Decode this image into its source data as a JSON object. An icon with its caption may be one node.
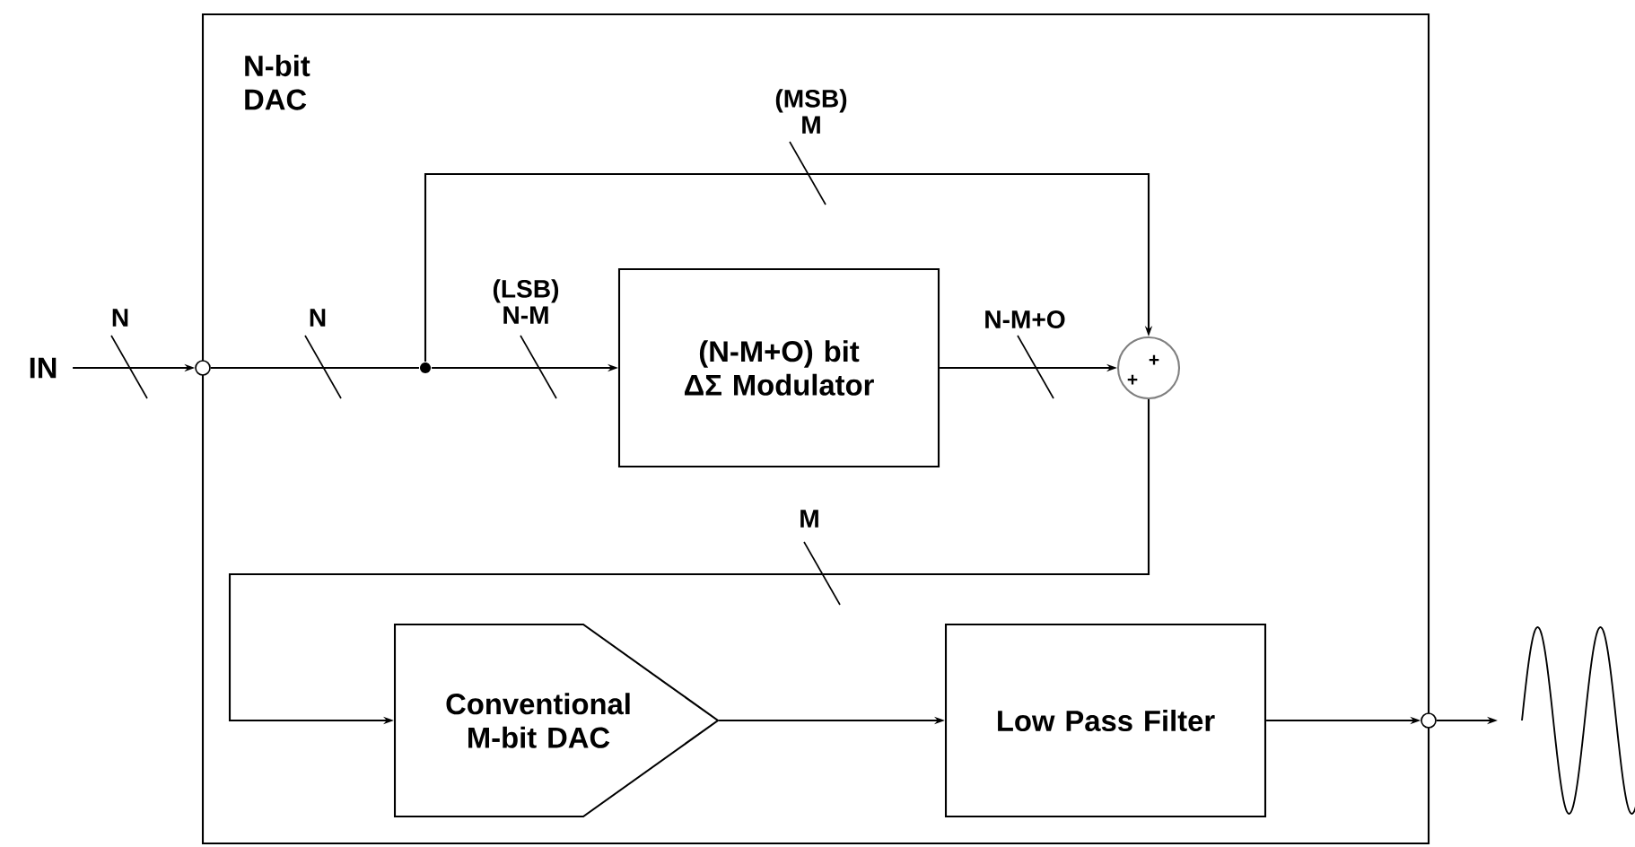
{
  "diagram": {
    "nodes": [
      {
        "text": [
          "N-bit DAC"
        ]
      },
      {
        "text": [
          "IN"
        ]
      },
      {
        "text": [],
        "shape": "circle"
      },
      {
        "text": [],
        "shape": "circle",
        "in": 0
      },
      {
        "text": [
          "(N-M+O) bit ΔΣ Modulator"
        ],
        "in": 0
      },
      {
        "text": [
          "+",
          "+"
        ],
        "in": 0
      },
      {
        "text": [
          "Conventional M-bit DAC"
        ],
        "in": 0
      },
      {
        "text": [
          "Low Pass Filter"
        ],
        "in": 0
      },
      {
        "text": [],
        "shape": "circle"
      },
      {
        "text": [],
        "shape": "picture"
      }
    ],
    "edges": [
      {
        "from": 1,
        "to": 2,
        "arrow": "to",
        "label": "N"
      },
      {
        "from": 2,
        "to": 3,
        "arrow": "none",
        "label": "N"
      },
      {
        "from": 3,
        "to": 4,
        "arrow": "to",
        "label": "(LSB) N-M"
      },
      {
        "from": 3,
        "to": 5,
        "arrow": "to",
        "label": "(MSB) M"
      },
      {
        "from": 4,
        "to": 5,
        "arrow": "to",
        "label": "N-M+O"
      },
      {
        "from": 5,
        "to": 6,
        "arrow": "to",
        "label": "M"
      },
      {
        "from": 6,
        "to": 7,
        "arrow": "to"
      },
      {
        "from": 7,
        "to": 8,
        "arrow": "to"
      },
      {
        "from": 8,
        "to": 9,
        "arrow": "to"
      }
    ]
  }
}
